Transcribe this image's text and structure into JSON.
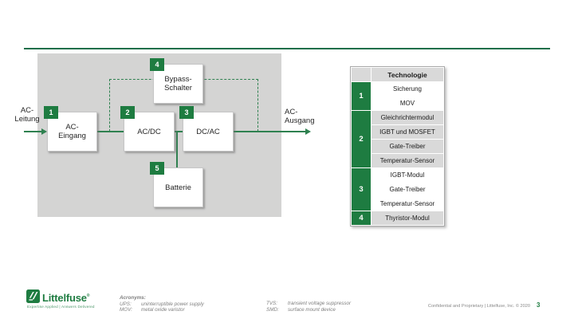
{
  "colors": {
    "brand_green": "#1e7c41",
    "line_green": "#2f8150",
    "divider_green": "#1d6f4a",
    "panel_gray": "#d4d4d3",
    "band_gray": "#d9d9d9",
    "footer_gray": "#7f7f7f"
  },
  "diagram": {
    "input_label": {
      "line1": "AC-",
      "line2": "Leitung"
    },
    "output_label": {
      "line1": "AC-",
      "line2": "Ausgang"
    },
    "blocks": [
      {
        "num": "1",
        "lines": [
          "AC-",
          "Eingang"
        ]
      },
      {
        "num": "2",
        "lines": [
          "AC/DC"
        ]
      },
      {
        "num": "3",
        "lines": [
          "DC/AC"
        ]
      },
      {
        "num": "4",
        "lines": [
          "Bypass-",
          "Schalter"
        ]
      },
      {
        "num": "5",
        "lines": [
          "Batterie"
        ]
      }
    ]
  },
  "table": {
    "header": "Technologie",
    "groups": [
      {
        "num": "1",
        "rows": [
          "Sicherung",
          "MOV"
        ]
      },
      {
        "num": "2",
        "rows": [
          "Gleichrichtermodul",
          "IGBT und MOSFET",
          "Gate-Treiber",
          "Temperatur-Sensor"
        ]
      },
      {
        "num": "3",
        "rows": [
          "IGBT-Modul",
          "Gate-Treiber",
          "Temperatur-Sensor"
        ]
      },
      {
        "num": "4",
        "rows": [
          "Thyristor-Modul"
        ]
      }
    ]
  },
  "footer": {
    "logo": {
      "name": "Littelfuse",
      "reg": "®",
      "tagline": "Expertise Applied | Answers Delivered"
    },
    "acronyms_title": "Acronyms:",
    "acronyms_col1": [
      {
        "abbr": "UPS:",
        "def": "uninterruptible power supply"
      },
      {
        "abbr": "MOV:",
        "def": "metal oxide varistor"
      }
    ],
    "acronyms_col2": [
      {
        "abbr": "TVS:",
        "def": "transient voltage suppressor"
      },
      {
        "abbr": "SMD:",
        "def": "surface mount device"
      }
    ],
    "confidential": "Confidential and Proprietary | Littelfuse, Inc. © 2020",
    "page_number": "3"
  }
}
